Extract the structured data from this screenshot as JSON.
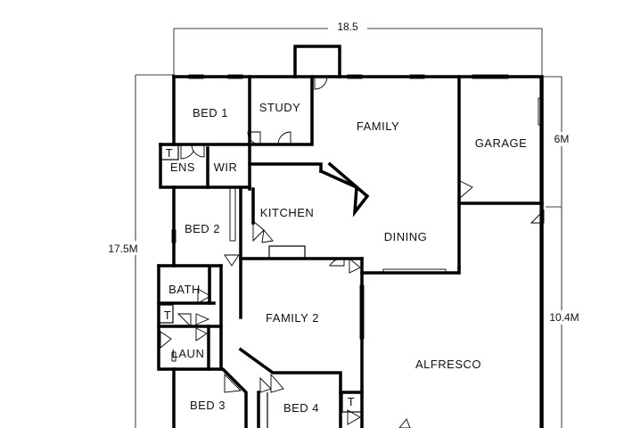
{
  "rooms": {
    "bed1": "BED 1",
    "study": "STUDY",
    "family": "FAMILY",
    "garage": "GARAGE",
    "ens": "ENS",
    "wir": "WIR",
    "kitchen": "KITCHEN",
    "bed2": "BED 2",
    "dining": "DINING",
    "bath": "BATH",
    "family2": "FAMILY 2",
    "laun": "LAUN",
    "alfresco": "ALFRESCO",
    "bed3": "BED 3",
    "bed4": "BED 4"
  },
  "toilets": {
    "ens_t": "T",
    "bath_t": "T",
    "bed4_t": "T"
  },
  "dimensions": {
    "overall_width": "18.5",
    "overall_depth": "17.5M",
    "garage_depth": "6M",
    "alfresco_depth": "10.4M"
  }
}
